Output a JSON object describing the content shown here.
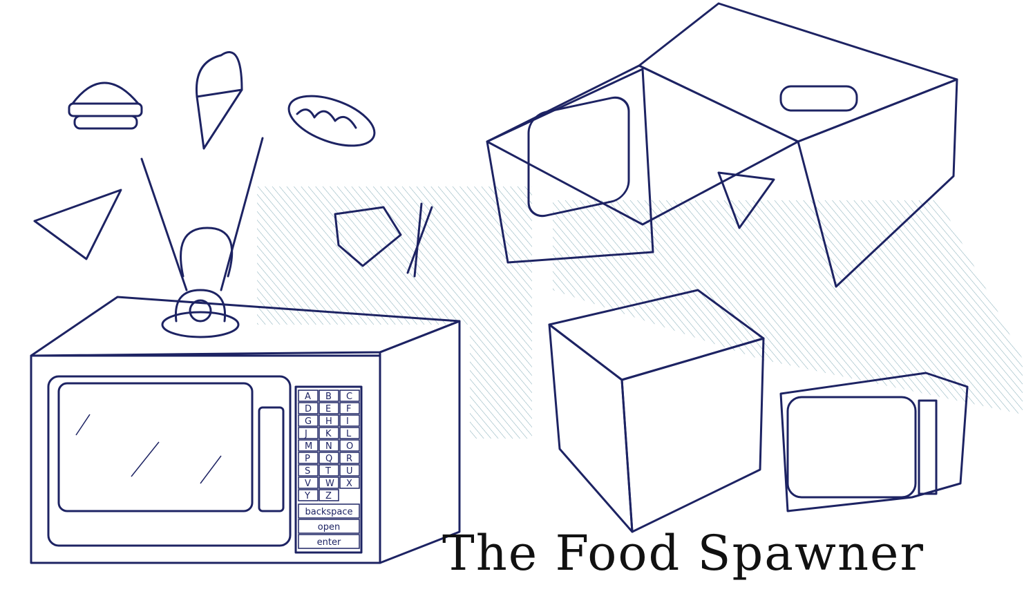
{
  "title": "The Food Spawner",
  "keypad": {
    "keys": [
      "A",
      "B",
      "C",
      "D",
      "E",
      "F",
      "G",
      "H",
      "I",
      "J",
      "K",
      "L",
      "M",
      "N",
      "O",
      "P",
      "Q",
      "R",
      "S",
      "T",
      "U",
      "V",
      "W",
      "X",
      "Y",
      "Z"
    ],
    "backspace": "backspace",
    "open": "open",
    "enter": "enter"
  },
  "colors": {
    "ink": "#1d2363",
    "hatch": "#7fa9b5"
  }
}
